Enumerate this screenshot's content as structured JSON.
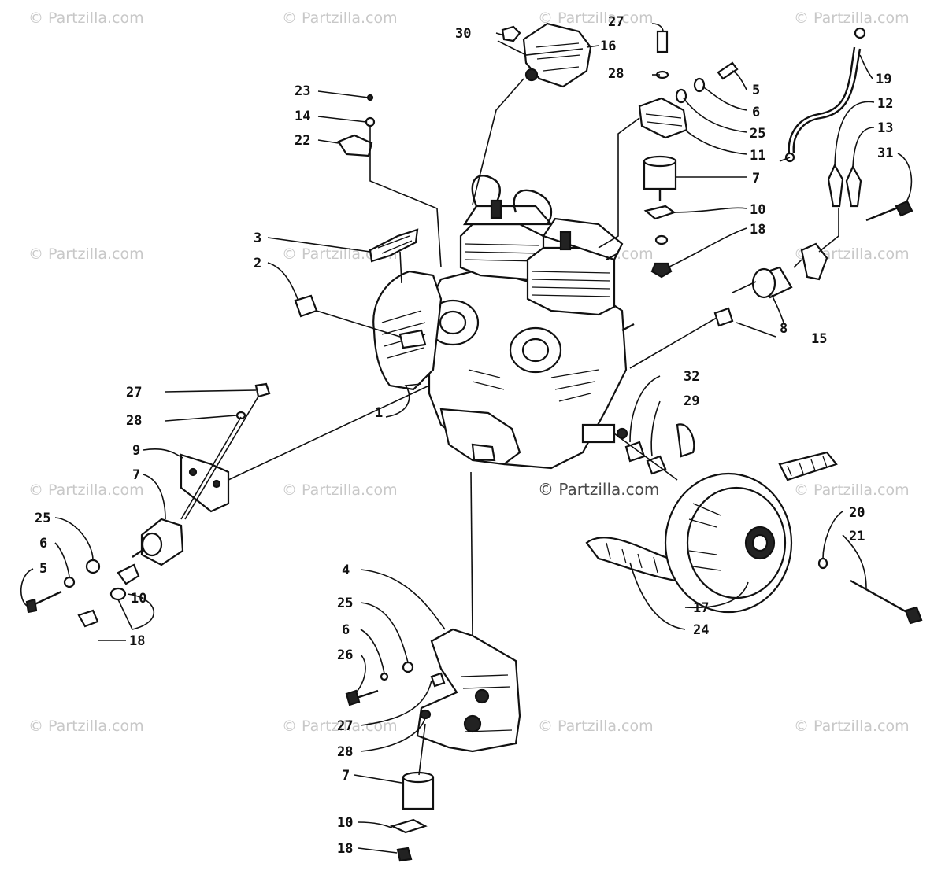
{
  "watermarks": {
    "text": "© Partzilla.com",
    "center_text": "© Partzilla.com"
  },
  "callouts": [
    {
      "id": "c30",
      "label": "30"
    },
    {
      "id": "c16",
      "label": "16"
    },
    {
      "id": "c27a",
      "label": "27"
    },
    {
      "id": "c28a",
      "label": "28"
    },
    {
      "id": "c5a",
      "label": "5"
    },
    {
      "id": "c6a",
      "label": "6"
    },
    {
      "id": "c25a",
      "label": "25"
    },
    {
      "id": "c11",
      "label": "11"
    },
    {
      "id": "c7a",
      "label": "7"
    },
    {
      "id": "c10a",
      "label": "10"
    },
    {
      "id": "c18a",
      "label": "18"
    },
    {
      "id": "c19",
      "label": "19"
    },
    {
      "id": "c12",
      "label": "12"
    },
    {
      "id": "c13",
      "label": "13"
    },
    {
      "id": "c31",
      "label": "31"
    },
    {
      "id": "c8",
      "label": "8"
    },
    {
      "id": "c15",
      "label": "15"
    },
    {
      "id": "c23",
      "label": "23"
    },
    {
      "id": "c14",
      "label": "14"
    },
    {
      "id": "c22",
      "label": "22"
    },
    {
      "id": "c3",
      "label": "3"
    },
    {
      "id": "c2",
      "label": "2"
    },
    {
      "id": "c1",
      "label": "1"
    },
    {
      "id": "c27b",
      "label": "27"
    },
    {
      "id": "c28b",
      "label": "28"
    },
    {
      "id": "c9",
      "label": "9"
    },
    {
      "id": "c7b",
      "label": "7"
    },
    {
      "id": "c25b",
      "label": "25"
    },
    {
      "id": "c6b",
      "label": "6"
    },
    {
      "id": "c5b",
      "label": "5"
    },
    {
      "id": "c10b",
      "label": "10"
    },
    {
      "id": "c18b",
      "label": "18"
    },
    {
      "id": "c32",
      "label": "32"
    },
    {
      "id": "c29",
      "label": "29"
    },
    {
      "id": "c20",
      "label": "20"
    },
    {
      "id": "c21",
      "label": "21"
    },
    {
      "id": "c17",
      "label": "17"
    },
    {
      "id": "c24",
      "label": "24"
    },
    {
      "id": "c4",
      "label": "4"
    },
    {
      "id": "c25c",
      "label": "25"
    },
    {
      "id": "c6c",
      "label": "6"
    },
    {
      "id": "c26",
      "label": "26"
    },
    {
      "id": "c27c",
      "label": "27"
    },
    {
      "id": "c28c",
      "label": "28"
    },
    {
      "id": "c7c",
      "label": "7"
    },
    {
      "id": "c10c",
      "label": "10"
    },
    {
      "id": "c18c",
      "label": "18"
    }
  ]
}
